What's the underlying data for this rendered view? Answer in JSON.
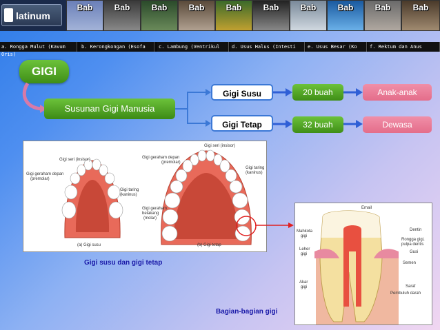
{
  "logo": {
    "text": "latinum"
  },
  "thumbs": [
    "Bab",
    "Bab",
    "Bab",
    "Bab",
    "Bab",
    "Bab",
    "Bab",
    "Bab",
    "Bab",
    "Bab"
  ],
  "nav": [
    "a.  Rongga Mulut (Kavum",
    "b.  Kerongkongan (Esofa",
    "c.  Lambung (Ventrikul",
    "d.  Usus Halus (Intesti",
    "e.  Usus Besar (Ko",
    "f.  Rektum dan Anus"
  ],
  "nav_extra": "Oris)",
  "title": "GIGI",
  "susunan": "Susunan Gigi Manusia",
  "rows": [
    {
      "type": "Gigi Susu",
      "count": "20 buah",
      "group": "Anak-anak"
    },
    {
      "type": "Gigi Tetap",
      "count": "32 buah",
      "group": "Dewasa"
    }
  ],
  "left_diagram": {
    "labels": {
      "seri_a": "Gigi seri (insisor)",
      "geraham_depan_a": "Gigi geraham depan",
      "premolar_a": "(premolar)",
      "taring_a": "Gigi taring",
      "kaninus_a": "(kaninus)",
      "geraham_a": "Gigi geraham",
      "belakang_a": "belakang",
      "molar_a": "(molar)",
      "seri_b": "Gigi seri (insisor)",
      "geraham_depan_b": "Gigi geraham depan",
      "premolar_b": "(premolar)",
      "taring_b": "Gigi taring",
      "kaninus_b": "(kaninus)",
      "susu": "(a) Gigi susu",
      "tetap": "(b) Gigi tetap"
    },
    "caption": "Gigi susu dan gigi tetap"
  },
  "right_diagram": {
    "labels": {
      "email": "Email",
      "mahkota": "Mahkota",
      "gigi1": "gigi",
      "dentin": "Dentin",
      "rongga": "Rongga gigi,",
      "pulpa": "pulpa dentis",
      "leher": "Leher",
      "gigi2": "gigi",
      "gusi": "Gusi",
      "semen": "Semen",
      "akar": "Akar",
      "gigi3": "gigi",
      "saraf": "Saraf",
      "pembuluh": "Pembuluh darah"
    },
    "caption": "Bagian-bagian gigi"
  },
  "colors": {
    "green": "#5aae2a",
    "pink": "#ea7c97",
    "blue_border": "#3b78d6",
    "arrow": "#2f5fd6",
    "red": "#e02020"
  }
}
